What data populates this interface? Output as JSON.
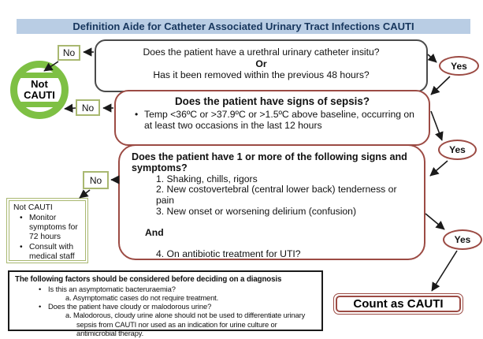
{
  "title": "Definition Aide for Catheter Associated Urinary Tract Infections CAUTI",
  "labels": {
    "no": "No",
    "yes": "Yes"
  },
  "q1": {
    "line1": "Does the patient have a urethral urinary catheter insitu?",
    "connector": "Or",
    "line2": "Has it been removed within the previous 48 hours?"
  },
  "q2": {
    "heading": "Does the patient have signs of sepsis?",
    "bullet": "Temp <36ºC or >37.9ºC or >1.5ºC above baseline, occurring on at least two occasions in the last 12 hours"
  },
  "q3": {
    "heading": "Does the patient have 1 or more of the following signs and symptoms?",
    "item1": "1. Shaking, chills, rigors",
    "item2": "2. New costovertebral (central lower back) tenderness or pain",
    "item3": "3. New onset or worsening delirium (confusion)",
    "connector": "And",
    "item4": "4. On antibiotic treatment for UTI?"
  },
  "not_cauti_sign": {
    "line1": "Not",
    "line2": "CAUTI"
  },
  "not_cauti_box": {
    "heading": "Not CAUTI",
    "bullet1": "Monitor symptoms for 72 hours",
    "bullet2": "Consult with medical staff"
  },
  "count_box": {
    "label": "Count as CAUTI"
  },
  "factors": {
    "heading": "The following factors should be considered before deciding on a diagnosis",
    "bullet1": "Is this an asymptomatic bacteruraemia?",
    "sub1": "a.  Asymptomatic cases do not require treatment.",
    "bullet2": "Does the patient have cloudy or malodorous urine?",
    "sub2": "a.  Malodorous, cloudy urine alone should not be used to differentiate urinary sepsis from CAUTI nor used as an indication for urine culture or antimicrobial therapy."
  },
  "colors": {
    "title_bg": "#b9cde4",
    "title_text": "#17365d",
    "red_border": "#9c4b44",
    "green_sign": "#7ec044",
    "olive_border": "#a9b871",
    "gray_border": "#4a4a4a"
  }
}
